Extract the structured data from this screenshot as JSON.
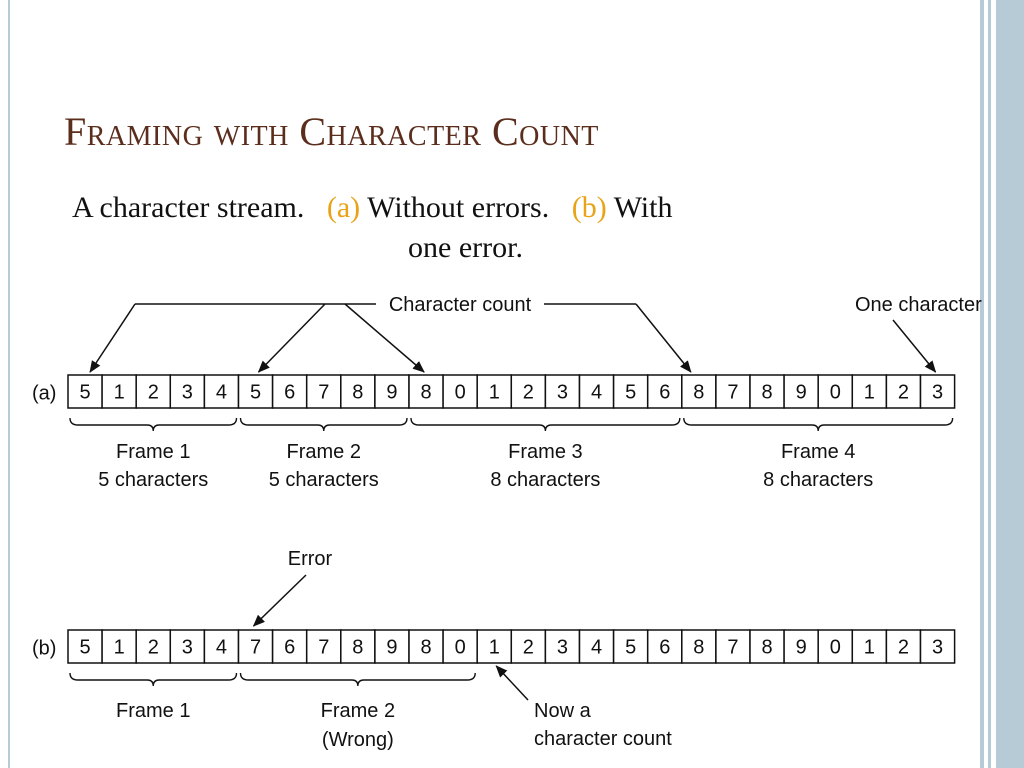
{
  "slide": {
    "title": "Framing with Character Count",
    "caption": {
      "lead": "A character stream.",
      "a_marker": "(a)",
      "a_text": "Without errors.",
      "b_marker": "(b)",
      "b_text_1": "With",
      "b_text_2": "one error."
    }
  },
  "colors": {
    "title": "#5b2d1c",
    "highlight": "#e8a317",
    "accent_bars": "#b7cbd6"
  },
  "diagram": {
    "row_a": {
      "label": "(a)",
      "cells": [
        "5",
        "1",
        "2",
        "3",
        "4",
        "5",
        "6",
        "7",
        "8",
        "9",
        "8",
        "0",
        "1",
        "2",
        "3",
        "4",
        "5",
        "6",
        "8",
        "7",
        "8",
        "9",
        "0",
        "1",
        "2",
        "3"
      ],
      "frames": [
        {
          "name": "Frame 1",
          "detail": "5 characters",
          "start": 0,
          "end": 4
        },
        {
          "name": "Frame 2",
          "detail": "5 characters",
          "start": 5,
          "end": 9
        },
        {
          "name": "Frame 3",
          "detail": "8 characters",
          "start": 10,
          "end": 17
        },
        {
          "name": "Frame 4",
          "detail": "8 characters",
          "start": 18,
          "end": 25
        }
      ],
      "callout_label": "Character count",
      "callout_targets": [
        0,
        5,
        10,
        18
      ],
      "one_char_label": "One character",
      "one_char_target": 25
    },
    "row_b": {
      "label": "(b)",
      "cells": [
        "5",
        "1",
        "2",
        "3",
        "4",
        "7",
        "6",
        "7",
        "8",
        "9",
        "8",
        "0",
        "1",
        "2",
        "3",
        "4",
        "5",
        "6",
        "8",
        "7",
        "8",
        "9",
        "0",
        "1",
        "2",
        "3"
      ],
      "frames": [
        {
          "name": "Frame 1",
          "detail": "",
          "start": 0,
          "end": 4
        },
        {
          "name": "Frame 2",
          "detail": "(Wrong)",
          "start": 5,
          "end": 11
        }
      ],
      "error_label": "Error",
      "error_target": 5,
      "now_label_1": "Now a",
      "now_label_2": "character count",
      "now_target": 12
    }
  }
}
